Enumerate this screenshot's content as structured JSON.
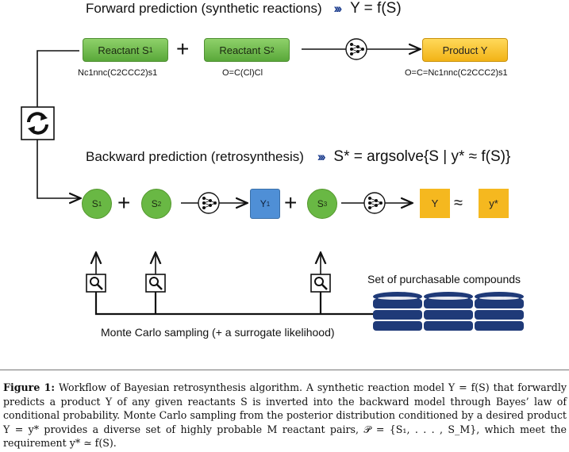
{
  "forward": {
    "heading": "Forward prediction (synthetic reactions)",
    "chevrons": "›››",
    "formula": "Y = f(S)",
    "reactant1": "Reactant S",
    "reactant1_sub": "1",
    "reactant2": "Reactant S",
    "reactant2_sub": "2",
    "product": "Product Y",
    "smiles1": "Nc1nnc(C2CCC2)s1",
    "smiles2": "O=C(Cl)Cl",
    "smiles_product": "O=C=Nc1nnc(C2CCC2)s1",
    "plus": "+"
  },
  "backward": {
    "heading": "Backward prediction (retrosynthesis)",
    "chevrons": "›››",
    "formula": "S* = argsolve{S | y* ≈ f(S)}",
    "s1": "S",
    "s1_sub": "1",
    "s2": "S",
    "s2_sub": "2",
    "y1": "Y",
    "y1_sub": "1",
    "s3": "S",
    "s3_sub": "3",
    "y": "Y",
    "approx": "≈",
    "ystar": "y*",
    "plus": "+"
  },
  "purchasable_label": "Set of purchasable compounds",
  "monte_carlo_label": "Monte Carlo sampling (+ a surrogate likelihood)",
  "caption": {
    "label": "Figure 1:",
    "text": "Workflow of Bayesian retrosynthesis algorithm. A synthetic reaction model Y = f(S) that forwardly predicts a product Y of any given reactants S is inverted into the backward model through Bayes’ law of conditional probability. Monte Carlo sampling from the posterior distribution conditioned by a desired product Y = y* provides a diverse set of highly probable M reactant pairs, 𝒫 = {S₁, . . . , S_M}, which meet the requirement y* ≃ f(S)."
  },
  "colors": {
    "green": "#6bbf45",
    "yellow": "#f5b81f",
    "blue": "#4f8fd6",
    "navy": "#1f3f8f",
    "database": "#1f3a78"
  },
  "icons": [
    "cycle-icon",
    "neural-network-icon",
    "magnifier-icon",
    "database-icon"
  ]
}
